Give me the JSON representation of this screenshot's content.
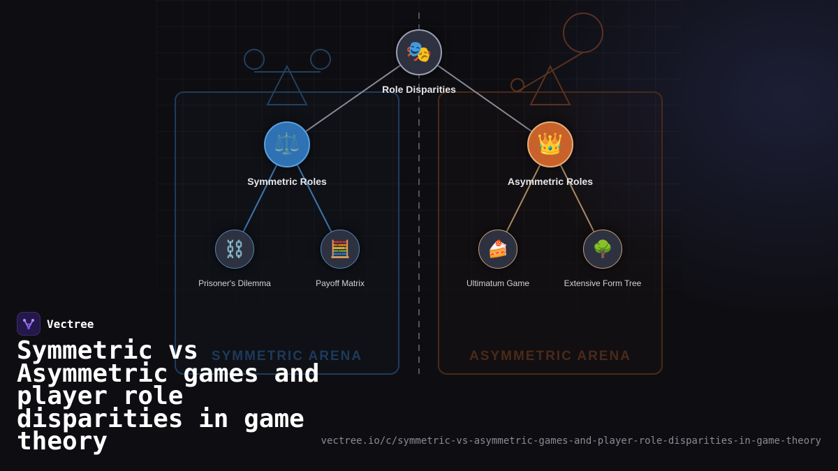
{
  "brand": {
    "name": "Vectree",
    "icon": "vectree-logo-icon",
    "accent": "#8b5cf6"
  },
  "title": "Symmetric vs Asymmetric games and player role disparities in game theory",
  "url": "vectree.io/c/symmetric-vs-asymmetric-games-and-player-role-disparities-in-game-theory",
  "colors": {
    "symmetric": "#2f72b4",
    "asymmetric": "#c8622a",
    "neutral_node": "#2e3140"
  },
  "arenas": {
    "left": "SYMMETRIC ARENA",
    "right": "ASYMMETRIC ARENA"
  },
  "nodes": {
    "root": {
      "label": "Role Disparities",
      "icon": "theater-masks-icon",
      "glyph": "🎭"
    },
    "symmetric": {
      "label": "Symmetric Roles",
      "icon": "balance-scale-icon",
      "glyph": "⚖️"
    },
    "asymmetric": {
      "label": "Asymmetric Roles",
      "icon": "crown-icon",
      "glyph": "👑"
    },
    "prisoners": {
      "label": "Prisoner's Dilemma",
      "icon": "chains-icon",
      "glyph": "⛓️"
    },
    "payoff": {
      "label": "Payoff Matrix",
      "icon": "abacus-icon",
      "glyph": "🧮"
    },
    "ultimatum": {
      "label": "Ultimatum Game",
      "icon": "cake-slice-icon",
      "glyph": "🍰"
    },
    "extensive": {
      "label": "Extensive Form Tree",
      "icon": "tree-icon",
      "glyph": "🌳"
    }
  }
}
